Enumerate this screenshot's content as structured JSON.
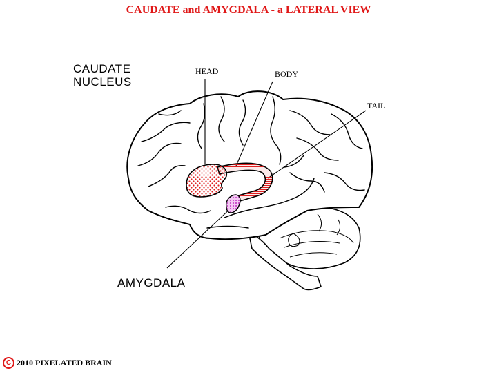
{
  "title": "CAUDATE and AMYGDALA - a LATERAL VIEW",
  "labels": {
    "caudate_line1": "CAUDATE",
    "caudate_line2": "NUCLEUS",
    "head": "HEAD",
    "body": "BODY",
    "tail": "TAIL",
    "amygdala": "AMYGDALA"
  },
  "footer": {
    "copyright_symbol": "C",
    "text": "2010  PIXELATED BRAIN"
  },
  "colors": {
    "title": "#e01818",
    "caudate": "#e02020",
    "amygdala": "#d040d0",
    "footer": "#000000",
    "copyright": "#e01818"
  }
}
